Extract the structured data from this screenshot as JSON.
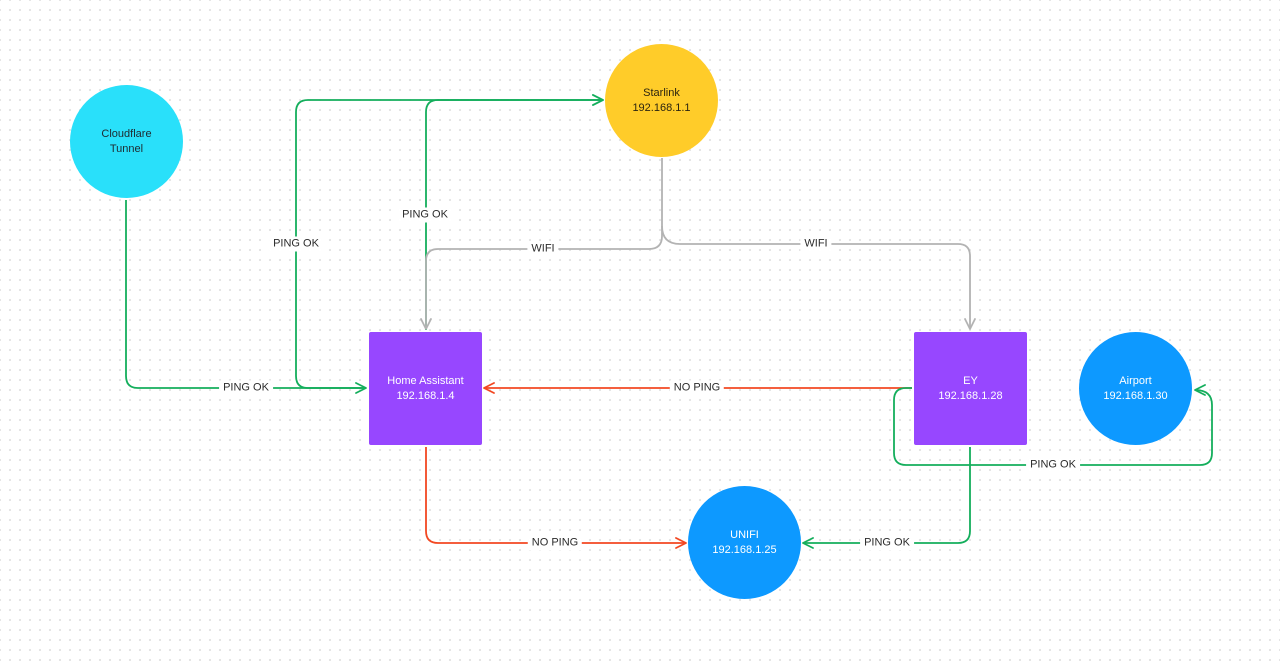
{
  "diagram": {
    "nodes": {
      "cloudflare": {
        "lines": [
          "Cloudflare",
          "Tunnel"
        ],
        "color": "#29E0FA",
        "text_color": "#1f2a30",
        "shape": "circle"
      },
      "starlink": {
        "lines": [
          "Starlink",
          "192.168.1.1"
        ],
        "color": "#FFCC29",
        "text_color": "#2b2410",
        "shape": "circle"
      },
      "home_assistant": {
        "lines": [
          "Home Assistant",
          "192.168.1.4"
        ],
        "color": "#9747FF",
        "text_color": "#ffffff",
        "shape": "square"
      },
      "ey": {
        "lines": [
          "EY",
          "192.168.1.28"
        ],
        "color": "#9747FF",
        "text_color": "#ffffff",
        "shape": "square"
      },
      "airport": {
        "lines": [
          "Airport",
          "192.168.1.30"
        ],
        "color": "#0D99FF",
        "text_color": "#ffffff",
        "shape": "circle"
      },
      "unifi": {
        "lines": [
          "UNIFI",
          "192.168.1.25"
        ],
        "color": "#0D99FF",
        "text_color": "#ffffff",
        "shape": "circle"
      }
    },
    "edges": [
      {
        "id": "cloudflare-to-ha",
        "from": "Cloudflare Tunnel",
        "to": "Home Assistant",
        "label": "PING OK",
        "status": "ok"
      },
      {
        "id": "ha-to-starlink-outer",
        "from": "Home Assistant",
        "to": "Starlink",
        "label": "PING OK",
        "status": "ok"
      },
      {
        "id": "ha-to-starlink-inner",
        "from": "Home Assistant",
        "to": "Starlink",
        "label": "PING OK",
        "status": "ok"
      },
      {
        "id": "starlink-wifi-ha",
        "from": "Starlink",
        "to": "Home Assistant",
        "label": "WIFI",
        "status": "wifi"
      },
      {
        "id": "starlink-wifi-ey",
        "from": "Starlink",
        "to": "EY",
        "label": "WIFI",
        "status": "wifi"
      },
      {
        "id": "ey-to-ha",
        "from": "EY",
        "to": "Home Assistant",
        "label": "NO PING",
        "status": "fail"
      },
      {
        "id": "ha-to-unifi",
        "from": "Home Assistant",
        "to": "UNIFI",
        "label": "NO PING",
        "status": "fail"
      },
      {
        "id": "ey-to-unifi",
        "from": "EY",
        "to": "UNIFI",
        "label": "PING OK",
        "status": "ok"
      },
      {
        "id": "ey-to-airport",
        "from": "EY",
        "to": "Airport",
        "label": "PING OK",
        "status": "ok"
      }
    ],
    "colors": {
      "ok": "#14AE5C",
      "fail": "#F24822",
      "wifi": "#B3B3B3"
    }
  }
}
